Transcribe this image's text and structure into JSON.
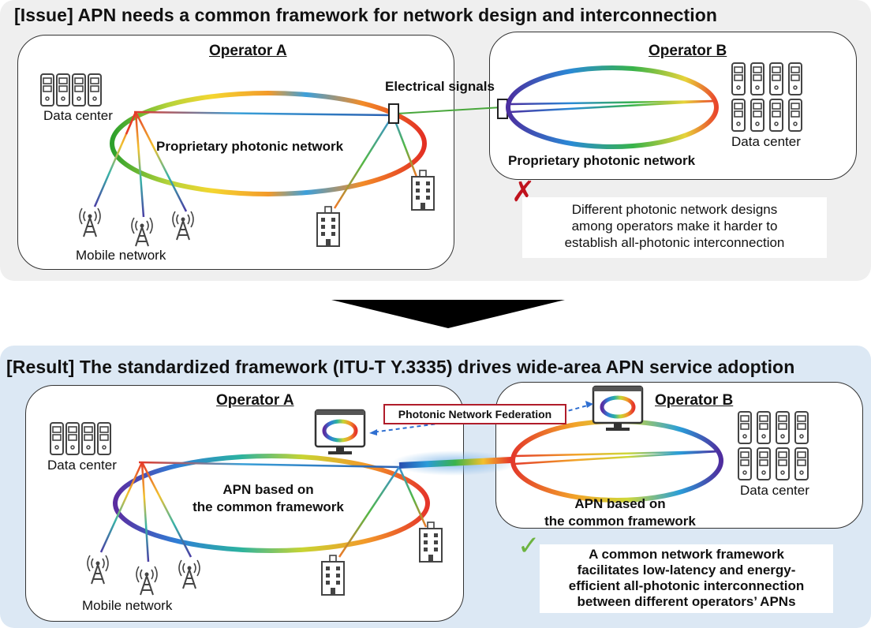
{
  "issue": {
    "heading": "[Issue] APN needs a common framework for network design and interconnection",
    "operator_a": {
      "title": "Operator A",
      "data_center_label": "Data center",
      "network_label": "Proprietary photonic network",
      "mobile_label": "Mobile network"
    },
    "operator_b": {
      "title": "Operator B",
      "data_center_label": "Data center",
      "network_label": "Proprietary photonic network"
    },
    "link_label": "Electrical signals",
    "problem_lines": [
      "Different photonic network designs",
      "among operators make it harder to",
      "establish all-photonic interconnection"
    ],
    "problem_mark": "✗"
  },
  "result": {
    "heading": "[Result] The standardized framework (ITU-T Y.3335) drives wide-area APN service adoption",
    "operator_a": {
      "title": "Operator A",
      "data_center_label": "Data center",
      "network_lines": [
        "APN based on",
        "the common framework"
      ],
      "mobile_label": "Mobile network"
    },
    "operator_b": {
      "title": "Operator B",
      "data_center_label": "Data center",
      "network_lines": [
        "APN based on",
        "the common framework"
      ]
    },
    "federation_label": "Photonic Network Federation",
    "benefit_lines": [
      "A common network framework",
      "facilitates low-latency and energy-",
      "efficient all-photonic interconnection",
      "between different operators’ APNs"
    ],
    "benefit_mark": "✓"
  },
  "colors": {
    "issue_bg": "#efefef",
    "result_bg": "#dce8f4",
    "problem_mark": "#c0121d",
    "benefit_mark": "#6cb33f",
    "federation_border": "#b01c2a",
    "dashed_arrow": "#2f6fd1"
  }
}
